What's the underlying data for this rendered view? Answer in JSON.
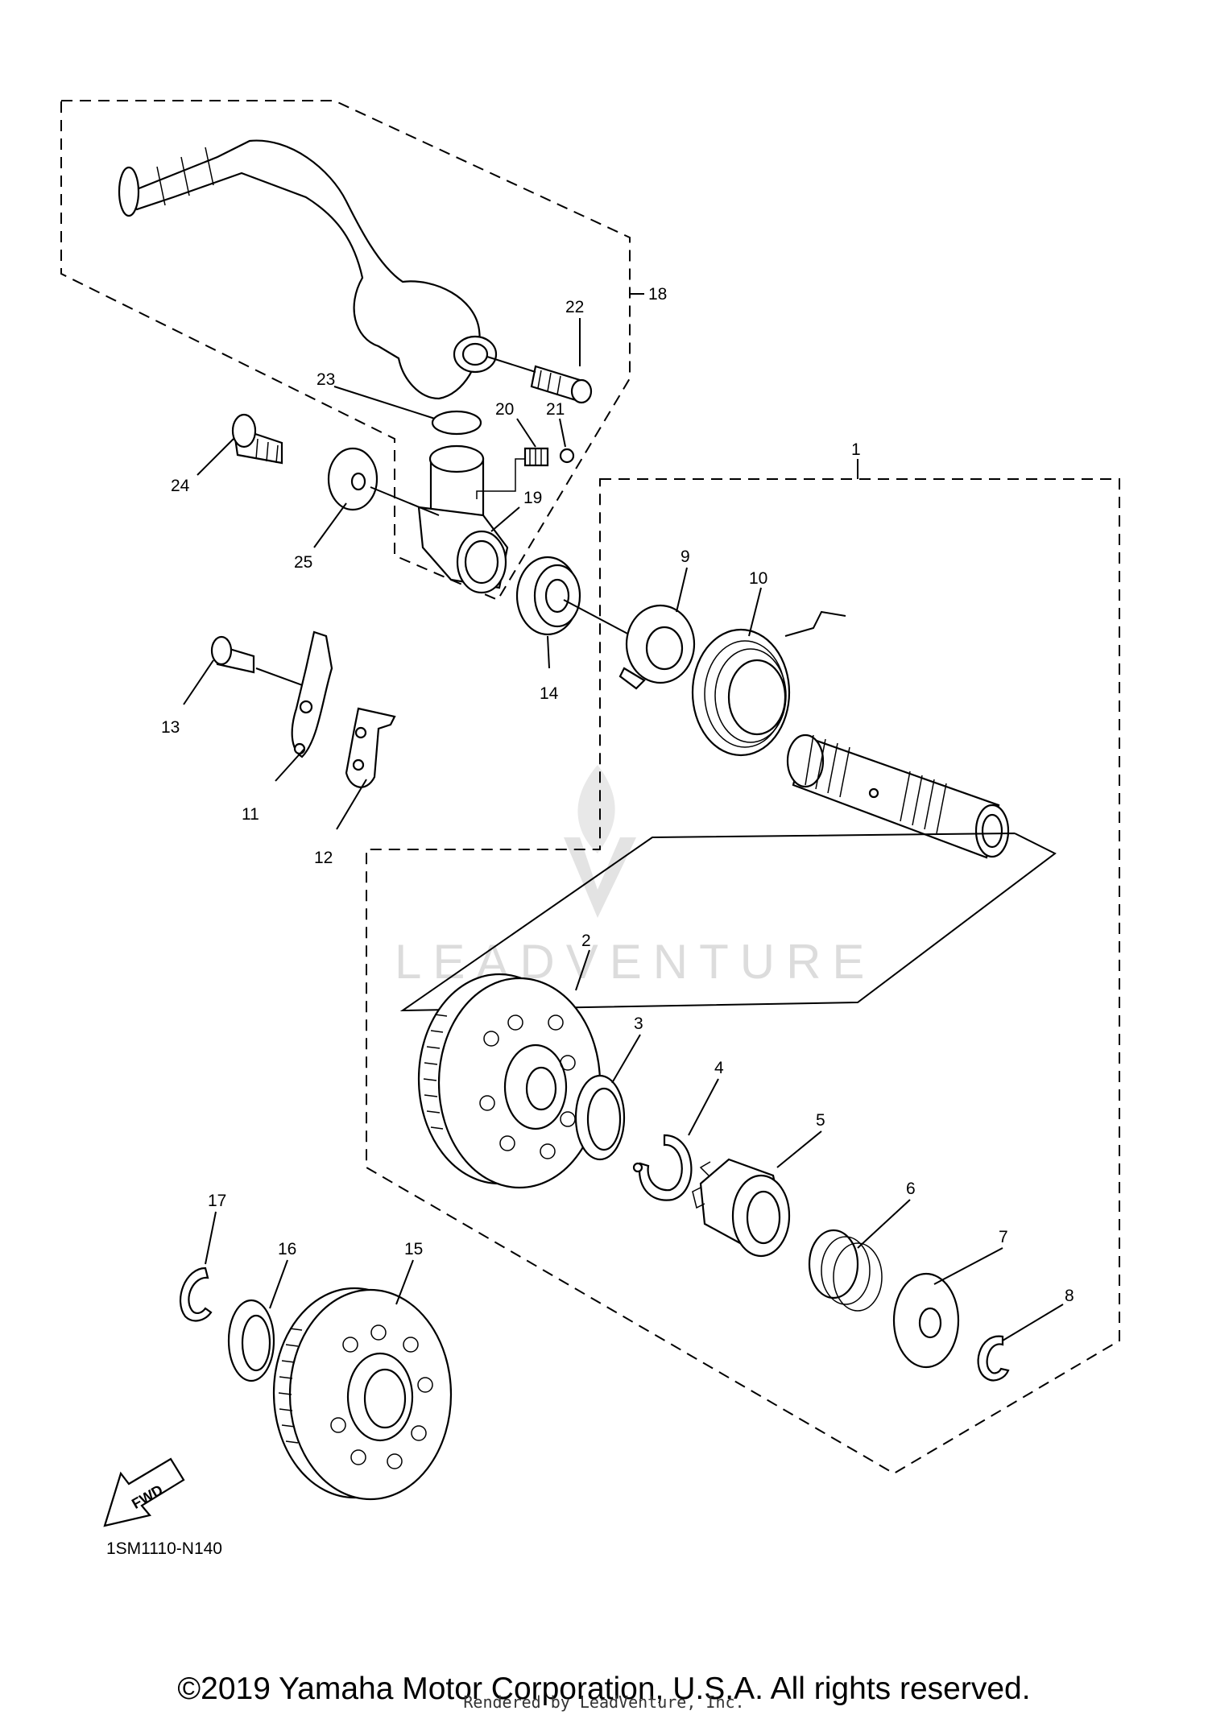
{
  "callouts": [
    "1",
    "2",
    "3",
    "4",
    "5",
    "6",
    "7",
    "8",
    "9",
    "10",
    "11",
    "12",
    "13",
    "14",
    "15",
    "16",
    "17",
    "18",
    "19",
    "20",
    "21",
    "22",
    "23",
    "24",
    "25"
  ],
  "fwd_label": "FWD",
  "drawing_code": "1SM1110-N140",
  "watermark": "LEADVENTURE",
  "copyright": "©2019 Yamaha Motor Corporation, U.S.A. All rights reserved.",
  "rendered_by": "Rendered by LeadVenture, Inc."
}
